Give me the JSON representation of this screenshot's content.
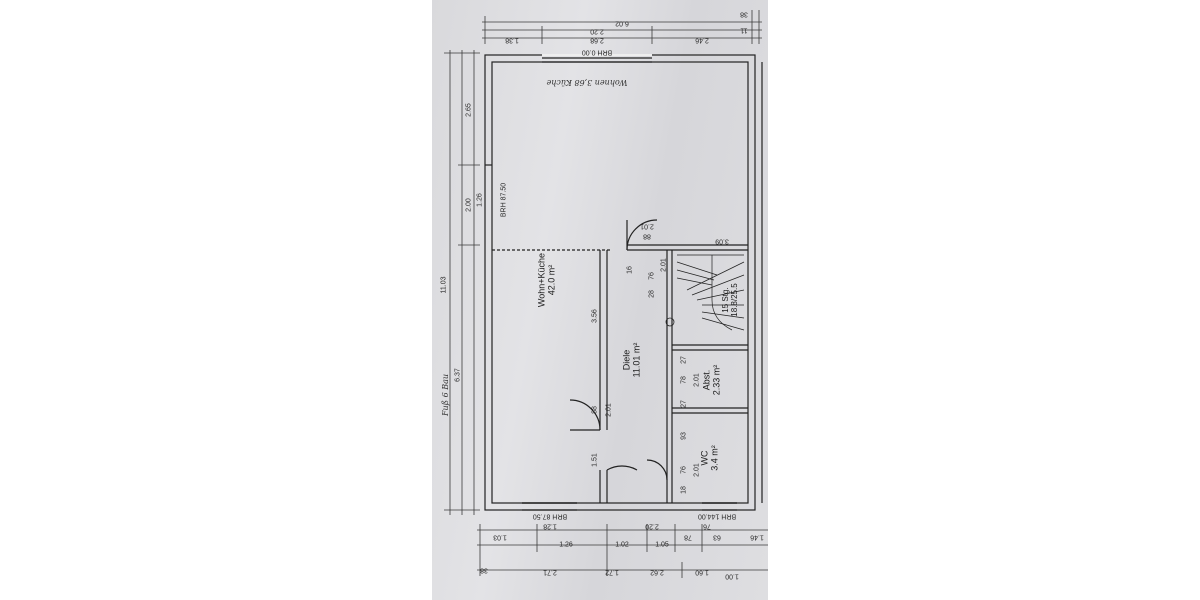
{
  "top_dims": {
    "total": "6.02",
    "row2": [
      "2.20"
    ],
    "row3": [
      "1.38",
      "2.68",
      "2.46"
    ],
    "brh_top": "BRH 0.00",
    "small_right": [
      "38",
      "11"
    ]
  },
  "left_dims": {
    "overall": "11.03",
    "upper": "2.65",
    "mid": [
      "2.00",
      "1.26"
    ],
    "lower": "6.37",
    "brh_left": "BRH 87.50"
  },
  "rooms": {
    "wohn": {
      "name": "Wohn+Küche",
      "area": "42.0 m²"
    },
    "diele": {
      "name": "Diele",
      "area": "11.01 m²"
    },
    "abst": {
      "name": "Abst.",
      "area": "2.33 m²"
    },
    "wc": {
      "name": "WC",
      "area": "3.4 m²"
    },
    "stairs": {
      "steps": "15 Stg.",
      "ratio": "18.8/25.5"
    }
  },
  "interior_dims": {
    "door_top": [
      "2.01",
      "88"
    ],
    "stair_width": "3.09",
    "d16": "16",
    "d76": "76",
    "d28": "28",
    "d356": "3.56",
    "d88": "88",
    "d201a": "2.01",
    "d151": "1.51",
    "d27a": "27",
    "d78": "78",
    "d201b": "2.01",
    "d27b": "27",
    "d93": "93",
    "d76b": "76",
    "d201c": "2.01",
    "d18": "18",
    "d201d": "2.01"
  },
  "bottom_dims": {
    "brh_left": "BRH 87.50",
    "brh_right": "BRH 144.00",
    "row1": [
      "1.28",
      "2.20",
      "76"
    ],
    "row2": [
      "1.03",
      "1.26",
      "1.02",
      "1.05",
      "78",
      "63",
      "1.46"
    ],
    "row3": [
      "2.71",
      "1.72",
      "2.62",
      "1.60",
      "1.00"
    ],
    "row3_left": "38"
  },
  "handwriting": {
    "top_note": "Wohnen 3,68 Küche",
    "side_note": "Fuß 6 Bau"
  }
}
